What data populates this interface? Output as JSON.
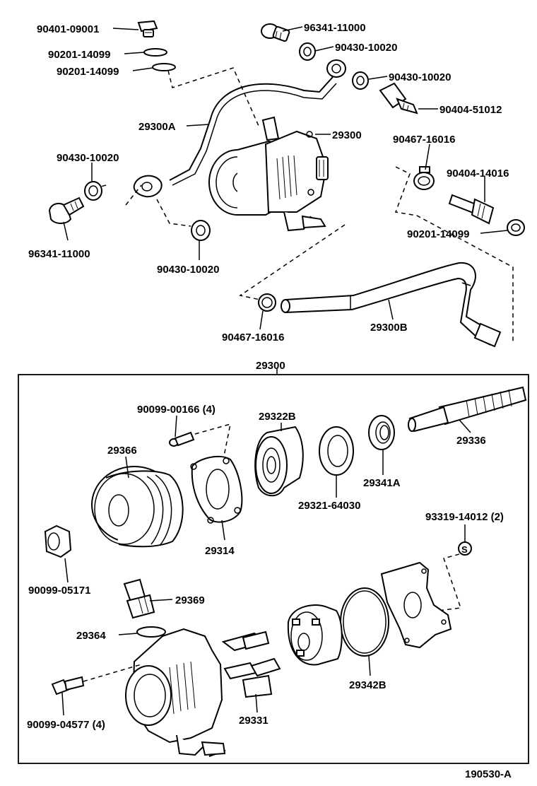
{
  "upper": {
    "labels": [
      {
        "id": "p90401",
        "text": "90401-09001"
      },
      {
        "id": "p90201a",
        "text": "90201-14099"
      },
      {
        "id": "p90201b",
        "text": "90201-14099"
      },
      {
        "id": "p96341a",
        "text": "96341-11000"
      },
      {
        "id": "p90430a",
        "text": "90430-10020"
      },
      {
        "id": "p90430b",
        "text": "90430-10020"
      },
      {
        "id": "p90404a",
        "text": "90404-51012"
      },
      {
        "id": "p29300A",
        "text": "29300A"
      },
      {
        "id": "p29300",
        "text": "29300"
      },
      {
        "id": "p90467a",
        "text": "90467-16016"
      },
      {
        "id": "p90404b",
        "text": "90404-14016"
      },
      {
        "id": "p90430c",
        "text": "90430-10020"
      },
      {
        "id": "p96341b",
        "text": "96341-11000"
      },
      {
        "id": "p90430d",
        "text": "90430-10020"
      },
      {
        "id": "p90201c",
        "text": "90201-14099"
      },
      {
        "id": "p90467b",
        "text": "90467-16016"
      },
      {
        "id": "p29300B",
        "text": "29300B"
      }
    ]
  },
  "assembly": {
    "title": "29300",
    "labels": [
      {
        "id": "p90099a",
        "text": "90099-00166 (4)"
      },
      {
        "id": "p29322B",
        "text": "29322B"
      },
      {
        "id": "p29336",
        "text": "29336"
      },
      {
        "id": "p29366",
        "text": "29366"
      },
      {
        "id": "p29341A",
        "text": "29341A"
      },
      {
        "id": "p29321",
        "text": "29321-64030"
      },
      {
        "id": "p29314",
        "text": "29314"
      },
      {
        "id": "p93319",
        "text": "93319-14012 (2)"
      },
      {
        "id": "p90099b",
        "text": "90099-05171"
      },
      {
        "id": "p29369",
        "text": "29369"
      },
      {
        "id": "p29364",
        "text": "29364"
      },
      {
        "id": "p29342B",
        "text": "29342B"
      },
      {
        "id": "p90099c",
        "text": "90099-04577 (4)"
      },
      {
        "id": "p29331",
        "text": "29331"
      }
    ]
  },
  "footer": {
    "figure_code": "190530-A"
  }
}
